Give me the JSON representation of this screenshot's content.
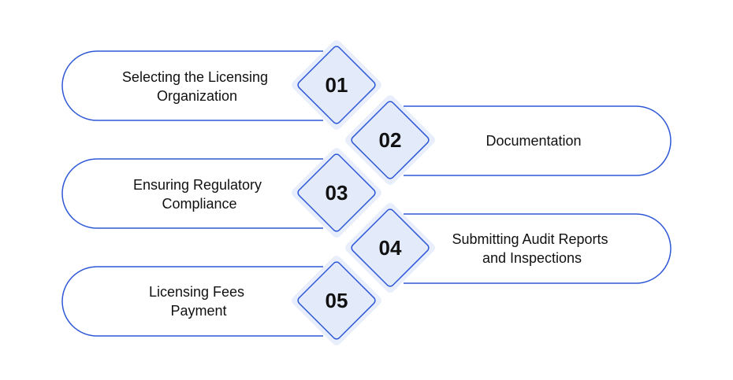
{
  "colors": {
    "accent": "#2f58d6",
    "badge_fill": "#e3ebfb",
    "badge_halo": "#e8eefb",
    "text": "#111111"
  },
  "steps": [
    {
      "number": "01",
      "lines": [
        "Selecting the Licensing",
        "Organization"
      ]
    },
    {
      "number": "02",
      "lines": [
        "Documentation"
      ]
    },
    {
      "number": "03",
      "lines": [
        "Ensuring Regulatory",
        "Compliance"
      ]
    },
    {
      "number": "04",
      "lines": [
        "Submitting Audit Reports",
        "and Inspections"
      ]
    },
    {
      "number": "05",
      "lines": [
        "Licensing Fees",
        "Payment"
      ]
    }
  ]
}
